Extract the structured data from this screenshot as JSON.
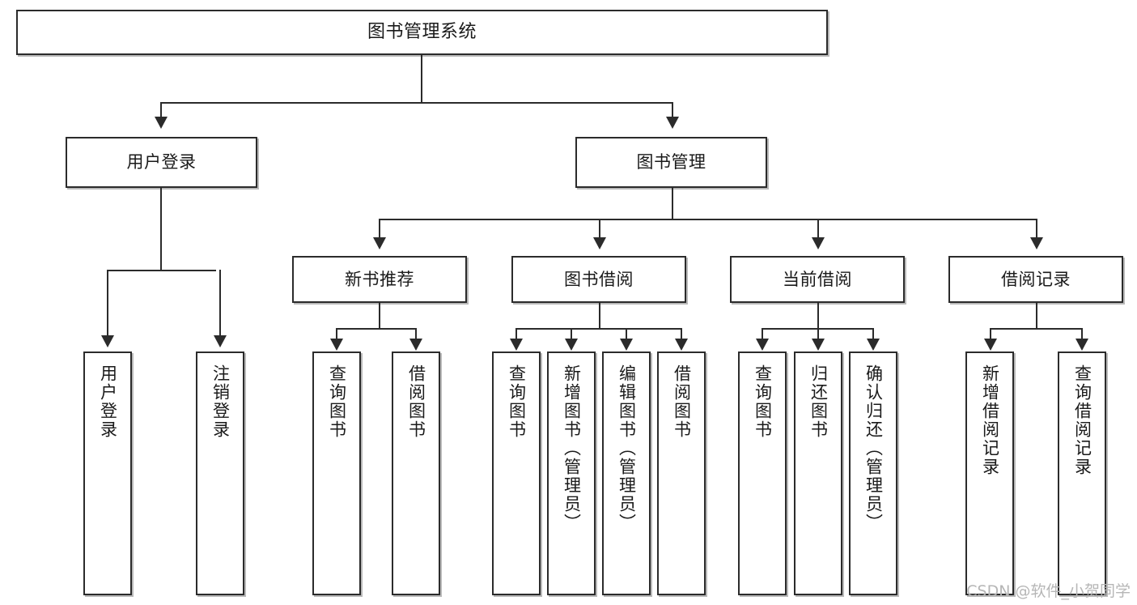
{
  "diagram": {
    "type": "tree",
    "title": "图书管理系统",
    "root": {
      "label": "图书管理系统"
    },
    "level2": [
      {
        "label": "用户登录"
      },
      {
        "label": "图书管理"
      }
    ],
    "level3": [
      {
        "label": "新书推荐"
      },
      {
        "label": "图书借阅"
      },
      {
        "label": "当前借阅"
      },
      {
        "label": "借阅记录"
      }
    ],
    "leaves": {
      "user_login": [
        {
          "label": "用户登录"
        },
        {
          "label": "注销登录"
        }
      ],
      "new_book": [
        {
          "label": "查询图书"
        },
        {
          "label": "借阅图书"
        }
      ],
      "book_borrow": [
        {
          "label": "查询图书"
        },
        {
          "label": "新增图书（管理员）"
        },
        {
          "label": "编辑图书（管理员）"
        },
        {
          "label": "借阅图书"
        }
      ],
      "current_borrow": [
        {
          "label": "查询图书"
        },
        {
          "label": "归还图书"
        },
        {
          "label": "确认归还（管理员）"
        }
      ],
      "borrow_record": [
        {
          "label": "新增借阅记录"
        },
        {
          "label": "查询借阅记录"
        }
      ]
    }
  },
  "watermark": {
    "text": "CSDN @软件_小贺同学"
  },
  "colors": {
    "stroke": "#2b2b2b",
    "background": "#ffffff",
    "watermark": "#b6b6b6"
  }
}
